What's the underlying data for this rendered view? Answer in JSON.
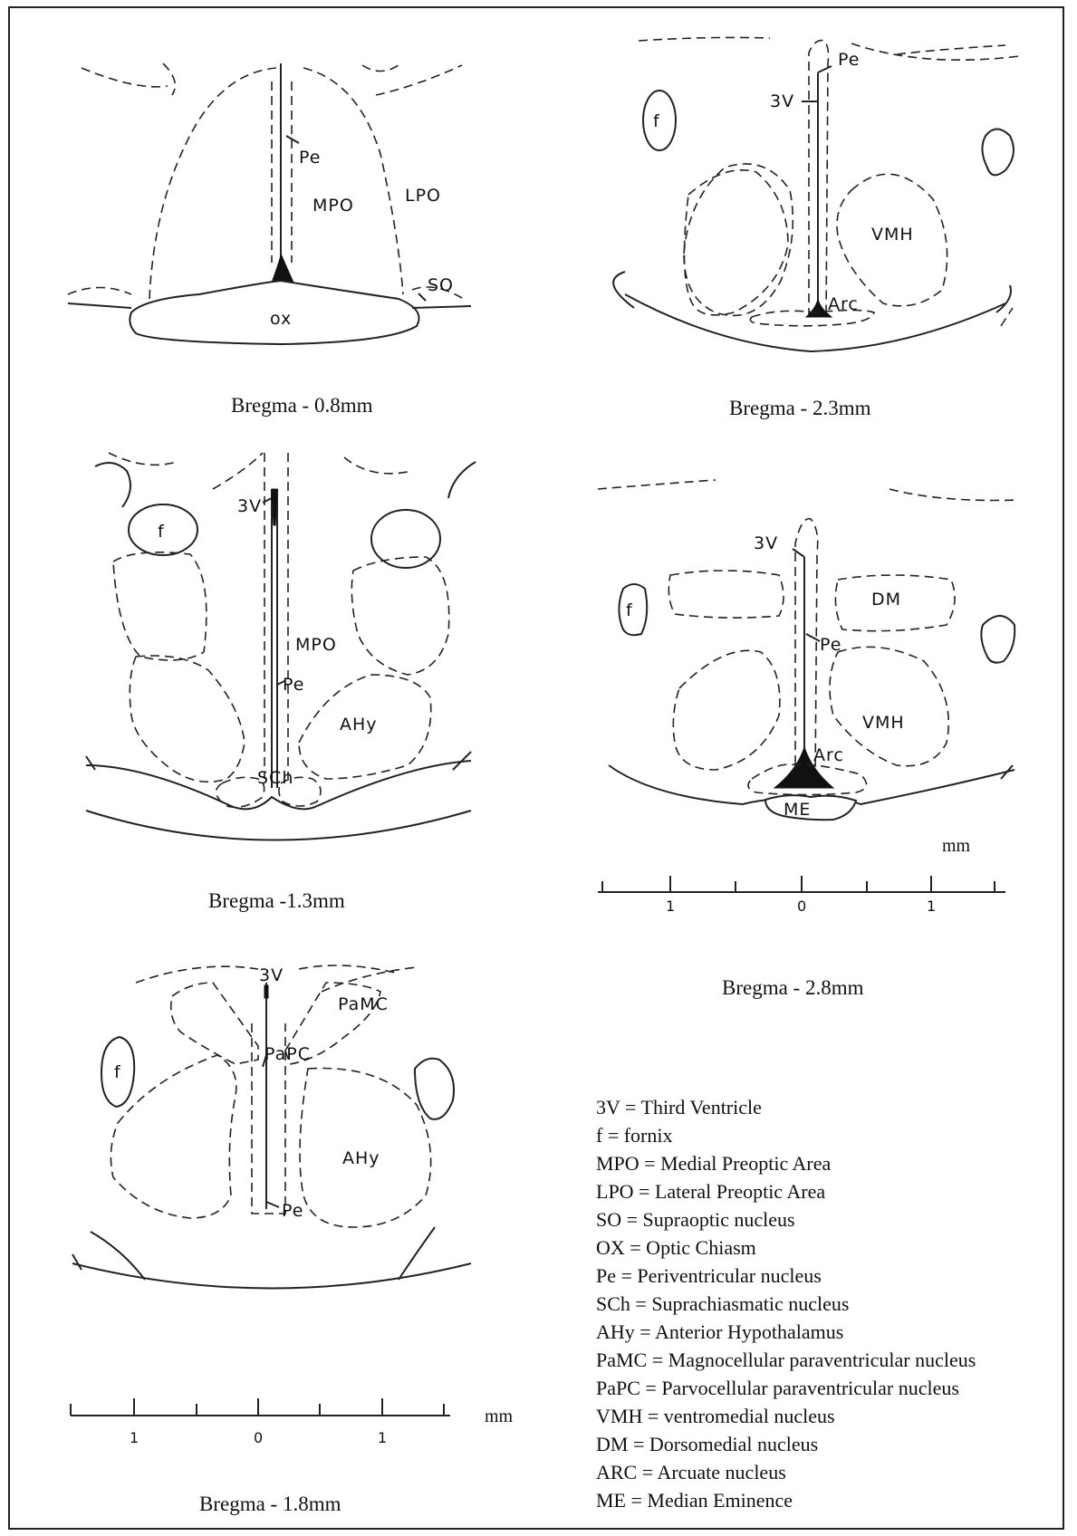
{
  "panels": {
    "p1": {
      "caption": "Bregma - 0.8mm",
      "labels": {
        "pe": "Pe",
        "mpo": "MPO",
        "lpo": "LPO",
        "so": "SO",
        "ox": "ox"
      }
    },
    "p2": {
      "caption": "Bregma - 2.3mm",
      "labels": {
        "pe": "Pe",
        "v3": "3V",
        "f": "f",
        "vmh": "VMH",
        "arc": "Arc"
      }
    },
    "p3": {
      "caption": "Bregma -1.3mm",
      "labels": {
        "v3": "3V",
        "f": "f",
        "mpo": "MPO",
        "pe": "Pe",
        "ahy": "AHy",
        "sch": "SCh"
      }
    },
    "p4": {
      "caption": "Bregma - 2.8mm",
      "labels": {
        "v3": "3V",
        "f": "f",
        "dm": "DM",
        "pe": "Pe",
        "vmh": "VMH",
        "arc": "Arc",
        "me": "ME"
      },
      "scale": {
        "unit": "mm",
        "ticks": [
          "1",
          "0",
          "1"
        ]
      }
    },
    "p5": {
      "caption": "Bregma - 1.8mm",
      "labels": {
        "v3": "3V",
        "f": "f",
        "pamc": "PaMC",
        "papc": "PaPC",
        "ahy": "AHy",
        "pe": "Pe"
      },
      "scale": {
        "unit": "mm",
        "ticks": [
          "1",
          "0",
          "1"
        ]
      }
    }
  },
  "legend": [
    "3V = Third Ventricle",
    "f = fornix",
    "MPO = Medial Preoptic Area",
    "LPO = Lateral Preoptic Area",
    "SO = Supraoptic nucleus",
    "OX = Optic Chiasm",
    "Pe = Periventricular nucleus",
    "SCh = Suprachiasmatic nucleus",
    "AHy = Anterior Hypothalamus",
    "PaMC = Magnocellular paraventricular nucleus",
    "PaPC = Parvocellular paraventricular nucleus",
    "VMH = ventromedial nucleus",
    "DM = Dorsomedial nucleus",
    "ARC = Arcuate nucleus",
    "ME = Median Eminence"
  ]
}
